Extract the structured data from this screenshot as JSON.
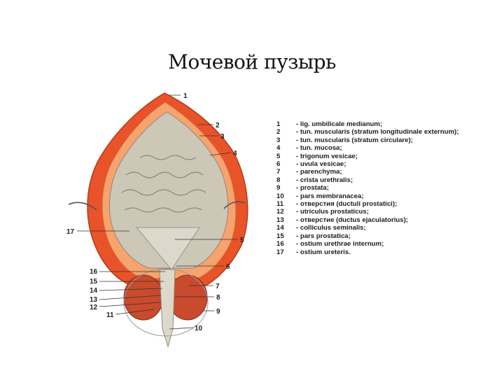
{
  "slide": {
    "title": "Мочевой пузырь"
  },
  "figure": {
    "callouts": [
      "1",
      "2",
      "3",
      "4",
      "5",
      "6",
      "7",
      "8",
      "9",
      "10",
      "11",
      "12",
      "13",
      "14",
      "15",
      "16",
      "17"
    ]
  },
  "legend": [
    {
      "num": "1",
      "text": "- lig. umbilicale medianum;"
    },
    {
      "num": "2",
      "text": "- tun. muscularis (stratum longitudinale externum);"
    },
    {
      "num": "3",
      "text": "- tun. muscularis (stratum circulare);"
    },
    {
      "num": "4",
      "text": "- tun. mucosa;"
    },
    {
      "num": "5",
      "text": "- trigonum vesicae;"
    },
    {
      "num": "6",
      "text": "- uvula vesicae;"
    },
    {
      "num": "7",
      "text": "- parenchyma;"
    },
    {
      "num": "8",
      "text": "- crista urethralis;"
    },
    {
      "num": "9",
      "text": "- prostata;"
    },
    {
      "num": "10",
      "text": "- pars membranacea;"
    },
    {
      "num": "11",
      "text": "- отверстия (ductuli prostatici);"
    },
    {
      "num": "12",
      "text": "- utriculus prostaticus;"
    },
    {
      "num": "13",
      "text": "- отверстие (ductus ejaculatorius);"
    },
    {
      "num": "14",
      "text": "- colliculus seminalis;"
    },
    {
      "num": "15",
      "text": "- pars prostatica;"
    },
    {
      "num": "16",
      "text": "- ostium urethrae internum;"
    },
    {
      "num": "17",
      "text": "- ostium ureteris."
    }
  ],
  "colors": {
    "muscle": "#e8532a",
    "muscle_light": "#f6a36e",
    "mucosa": "#c9c3b4",
    "prostate": "#c94a2c"
  }
}
